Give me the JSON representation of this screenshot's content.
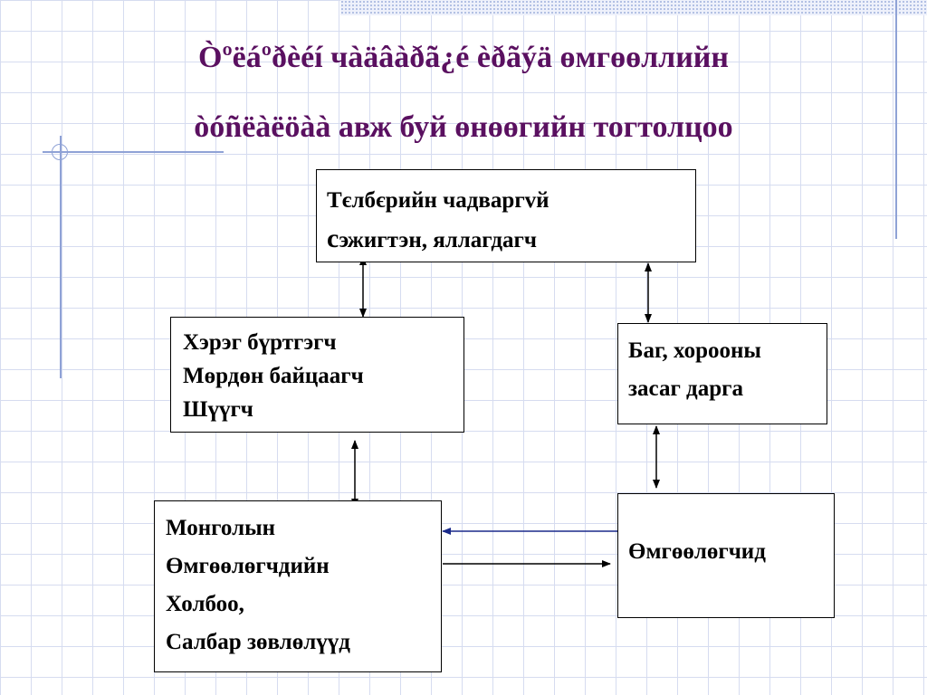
{
  "title": {
    "line1": "Òºëáºðèéí чàäâàðã¿é èðãýä өмгөөллийн",
    "line2": "òóñëàëöàà авж буй өнөөгийн тогтолцоо"
  },
  "nodes": {
    "top": {
      "lines": [
        "Тєлбєрийн чадваргvй",
        "сэжигтэн, яллагдагч"
      ]
    },
    "left": {
      "lines": [
        "Хэрэг бүртгэгч",
        "Мөрдөн байцаагч",
        "Шүүгч"
      ]
    },
    "right": {
      "lines": [
        "Баг, хорооны",
        "засаг дарга"
      ]
    },
    "bottom": {
      "lines": [
        "Монголын",
        "Өмгөөлөгчдийн",
        "Холбоо,",
        "Салбар зөвлөлүүд"
      ]
    },
    "bottom_right": {
      "lines": [
        "Өмгөөлөгчид"
      ]
    }
  },
  "colors": {
    "title": "#5a1060",
    "grid": "#d6dcf0",
    "decor": "#8fa2d6",
    "arrow_to_left": "#1a2a8a",
    "arrow_to_right": "#000000"
  }
}
